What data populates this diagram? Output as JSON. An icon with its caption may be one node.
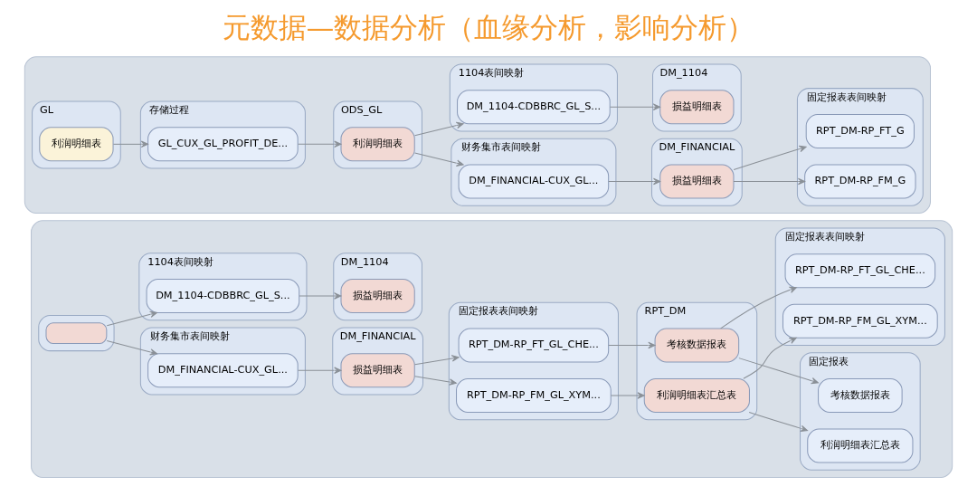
{
  "diagram": {
    "title": "元数据—数据分析（血缘分析，影响分析）",
    "nodes": [
      {
        "text": [],
        "shape": "box"
      },
      {
        "text": [
          "GL"
        ],
        "in": 0
      },
      {
        "text": [
          "利润明细表"
        ],
        "in": 1
      },
      {
        "text": [
          "存储过程"
        ],
        "in": 0
      },
      {
        "text": [
          "GL_CUX_GL_PROFIT_DE..."
        ],
        "in": 3
      },
      {
        "text": [
          "ODS_GL"
        ],
        "in": 0
      },
      {
        "text": [
          "利润明细表"
        ],
        "in": 5
      },
      {
        "text": [
          "财务集市表间映射"
        ],
        "in": 0
      },
      {
        "text": [
          "DM_FINANCIAL-CUX_GL..."
        ],
        "in": 7
      },
      {
        "text": [
          "DM_FINANCIAL"
        ],
        "in": 0
      },
      {
        "text": [
          "损益明细表"
        ],
        "in": 9
      },
      {
        "text": [
          "固定报表表间映射"
        ],
        "in": 0
      },
      {
        "text": [
          "RPT_DM-RP_FT_G"
        ],
        "in": 11
      },
      {
        "text": [
          "RPT_DM-RP_FM_G"
        ],
        "in": 11
      },
      {
        "text": [
          "1104表间映射"
        ],
        "in": 0
      },
      {
        "text": [
          "DM_1104-CDBBRC_GL_S..."
        ],
        "in": 14
      },
      {
        "text": [
          "DM_1104"
        ],
        "in": 0
      },
      {
        "text": [
          "损益明细表"
        ],
        "in": 16
      },
      {
        "text": [],
        "shape": "box"
      },
      {
        "text": [],
        "shape": "box",
        "in": 18
      },
      {
        "text": [],
        "shape": "box",
        "in": 19
      },
      {
        "text": [
          "财务集市表间映射"
        ],
        "in": 18
      },
      {
        "text": [
          "DM_FINANCIAL-CUX_GL..."
        ],
        "in": 21
      },
      {
        "text": [
          "DM_FINANCIAL"
        ],
        "in": 18
      },
      {
        "text": [
          "损益明细表"
        ],
        "in": 23
      },
      {
        "text": [
          "固定报表表间映射"
        ],
        "in": 18
      },
      {
        "text": [
          "RPT_DM-RP_FT_GL_CHE..."
        ],
        "in": 25
      },
      {
        "text": [
          "RPT_DM-RP_FM_GL_XYM..."
        ],
        "in": 25
      },
      {
        "text": [
          "1104表间映射"
        ],
        "in": 18
      },
      {
        "text": [
          "DM_1104-CDBBRC_GL_S..."
        ],
        "in": 28
      },
      {
        "text": [
          "DM_1104"
        ],
        "in": 18
      },
      {
        "text": [
          "损益明细表"
        ],
        "in": 30
      },
      {
        "text": [
          "RPT_DM"
        ],
        "in": 18
      },
      {
        "text": [
          "考核数据报表"
        ],
        "in": 32
      },
      {
        "text": [
          "利润明细表汇总表"
        ],
        "in": 32
      },
      {
        "text": [
          "固定报表"
        ],
        "in": 18
      },
      {
        "text": [
          "考核数据报表"
        ],
        "in": 35
      },
      {
        "text": [
          "利润明细表汇总表"
        ],
        "in": 35
      },
      {
        "text": [
          "固定报表表间映射"
        ],
        "in": 18
      },
      {
        "text": [
          "RPT_DM-RP_FT_GL_CHE..."
        ],
        "in": 38
      },
      {
        "text": [
          "RPT_DM-RP_FM_GL_XYM..."
        ],
        "in": 38
      }
    ],
    "edges": [
      {
        "from": 2,
        "to": 4,
        "arrow": "to"
      },
      {
        "from": 4,
        "to": 6,
        "arrow": "to"
      },
      {
        "from": 6,
        "to": 8,
        "arrow": "to"
      },
      {
        "from": 6,
        "to": 15,
        "arrow": "to"
      },
      {
        "from": 8,
        "to": 10,
        "arrow": "to"
      },
      {
        "from": 10,
        "to": 12,
        "arrow": "to"
      },
      {
        "from": 10,
        "to": 13,
        "arrow": "to"
      },
      {
        "from": 15,
        "to": 17,
        "arrow": "to"
      },
      {
        "from": 20,
        "to": 22,
        "arrow": "to"
      },
      {
        "from": 20,
        "to": 29,
        "arrow": "to"
      },
      {
        "from": 22,
        "to": 24,
        "arrow": "to"
      },
      {
        "from": 24,
        "to": 26,
        "arrow": "to"
      },
      {
        "from": 24,
        "to": 27,
        "arrow": "to"
      },
      {
        "from": 29,
        "to": 31,
        "arrow": "to"
      },
      {
        "from": 26,
        "to": 33,
        "arrow": "to"
      },
      {
        "from": 27,
        "to": 34,
        "arrow": "to"
      },
      {
        "from": 33,
        "to": 36,
        "arrow": "to"
      },
      {
        "from": 34,
        "to": 37,
        "arrow": "to"
      },
      {
        "from": 33,
        "to": 39,
        "arrow": "to"
      },
      {
        "from": 34,
        "to": 40,
        "arrow": "to"
      }
    ]
  }
}
